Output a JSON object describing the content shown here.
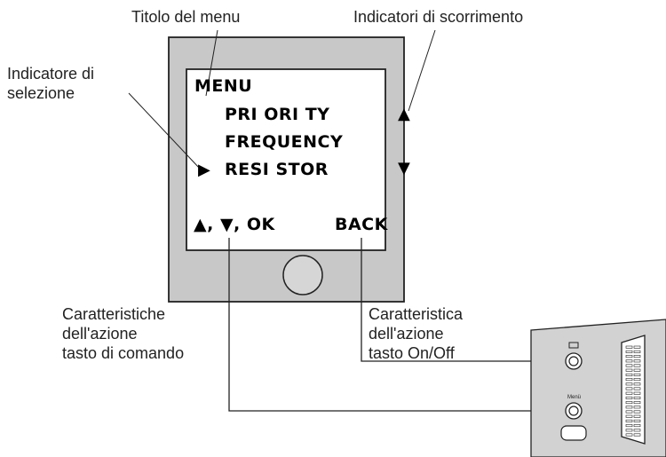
{
  "callouts": {
    "menu_title": "Titolo del menu",
    "scroll_indicators": "Indicatori di scorrimento",
    "selection_indicator": [
      "Indicatore di",
      "selezione"
    ],
    "command_key_action": [
      "Caratteristiche",
      "dell'azione",
      "tasto di comando"
    ],
    "onoff_key_action": [
      "Caratteristica",
      "dell'azione",
      "tasto On/Off"
    ]
  },
  "display": {
    "title": "MENU",
    "items": [
      "PRI ORI TY",
      "FREQUENCY",
      "RESI STOR"
    ],
    "selected_index": 2,
    "selection_marker": "▶",
    "scroll_up": "▲",
    "scroll_down": "▼",
    "softkey_left": "▲, ▼, OK",
    "softkey_right": "BACK"
  },
  "device_panel": {
    "menu_button_label": "Menü"
  },
  "colors": {
    "bezel": "#c8c8c8",
    "screen": "#ffffff",
    "lines": "#1a1a1a"
  }
}
